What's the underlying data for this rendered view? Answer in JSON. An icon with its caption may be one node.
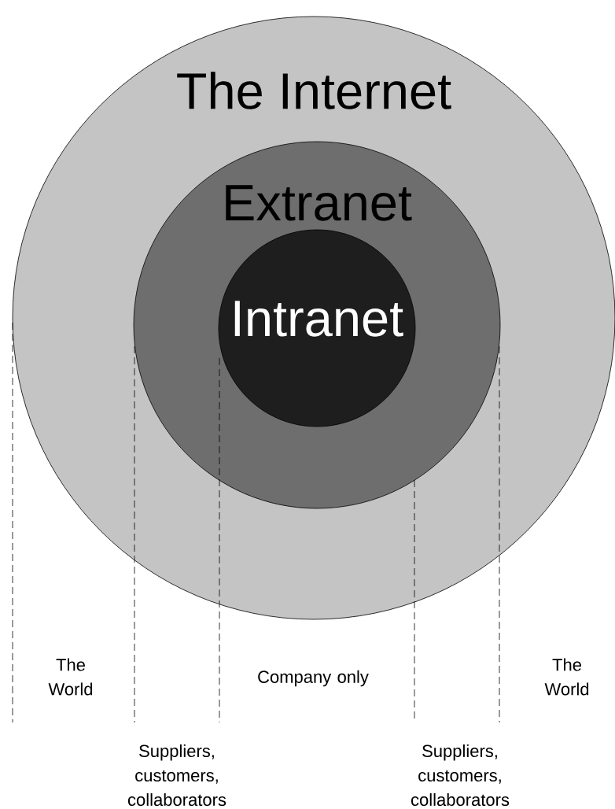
{
  "diagram": {
    "nodes": [
      {
        "text": [
          "The Internet"
        ]
      },
      {
        "text": [
          "Extranet"
        ],
        "in": 0
      },
      {
        "text": [
          "Intranet"
        ],
        "in": 1
      }
    ],
    "labels": [
      "The World",
      "Company only",
      "The World",
      "Suppliers, customers, collaborators",
      "Suppliers, customers, collaborators"
    ]
  }
}
